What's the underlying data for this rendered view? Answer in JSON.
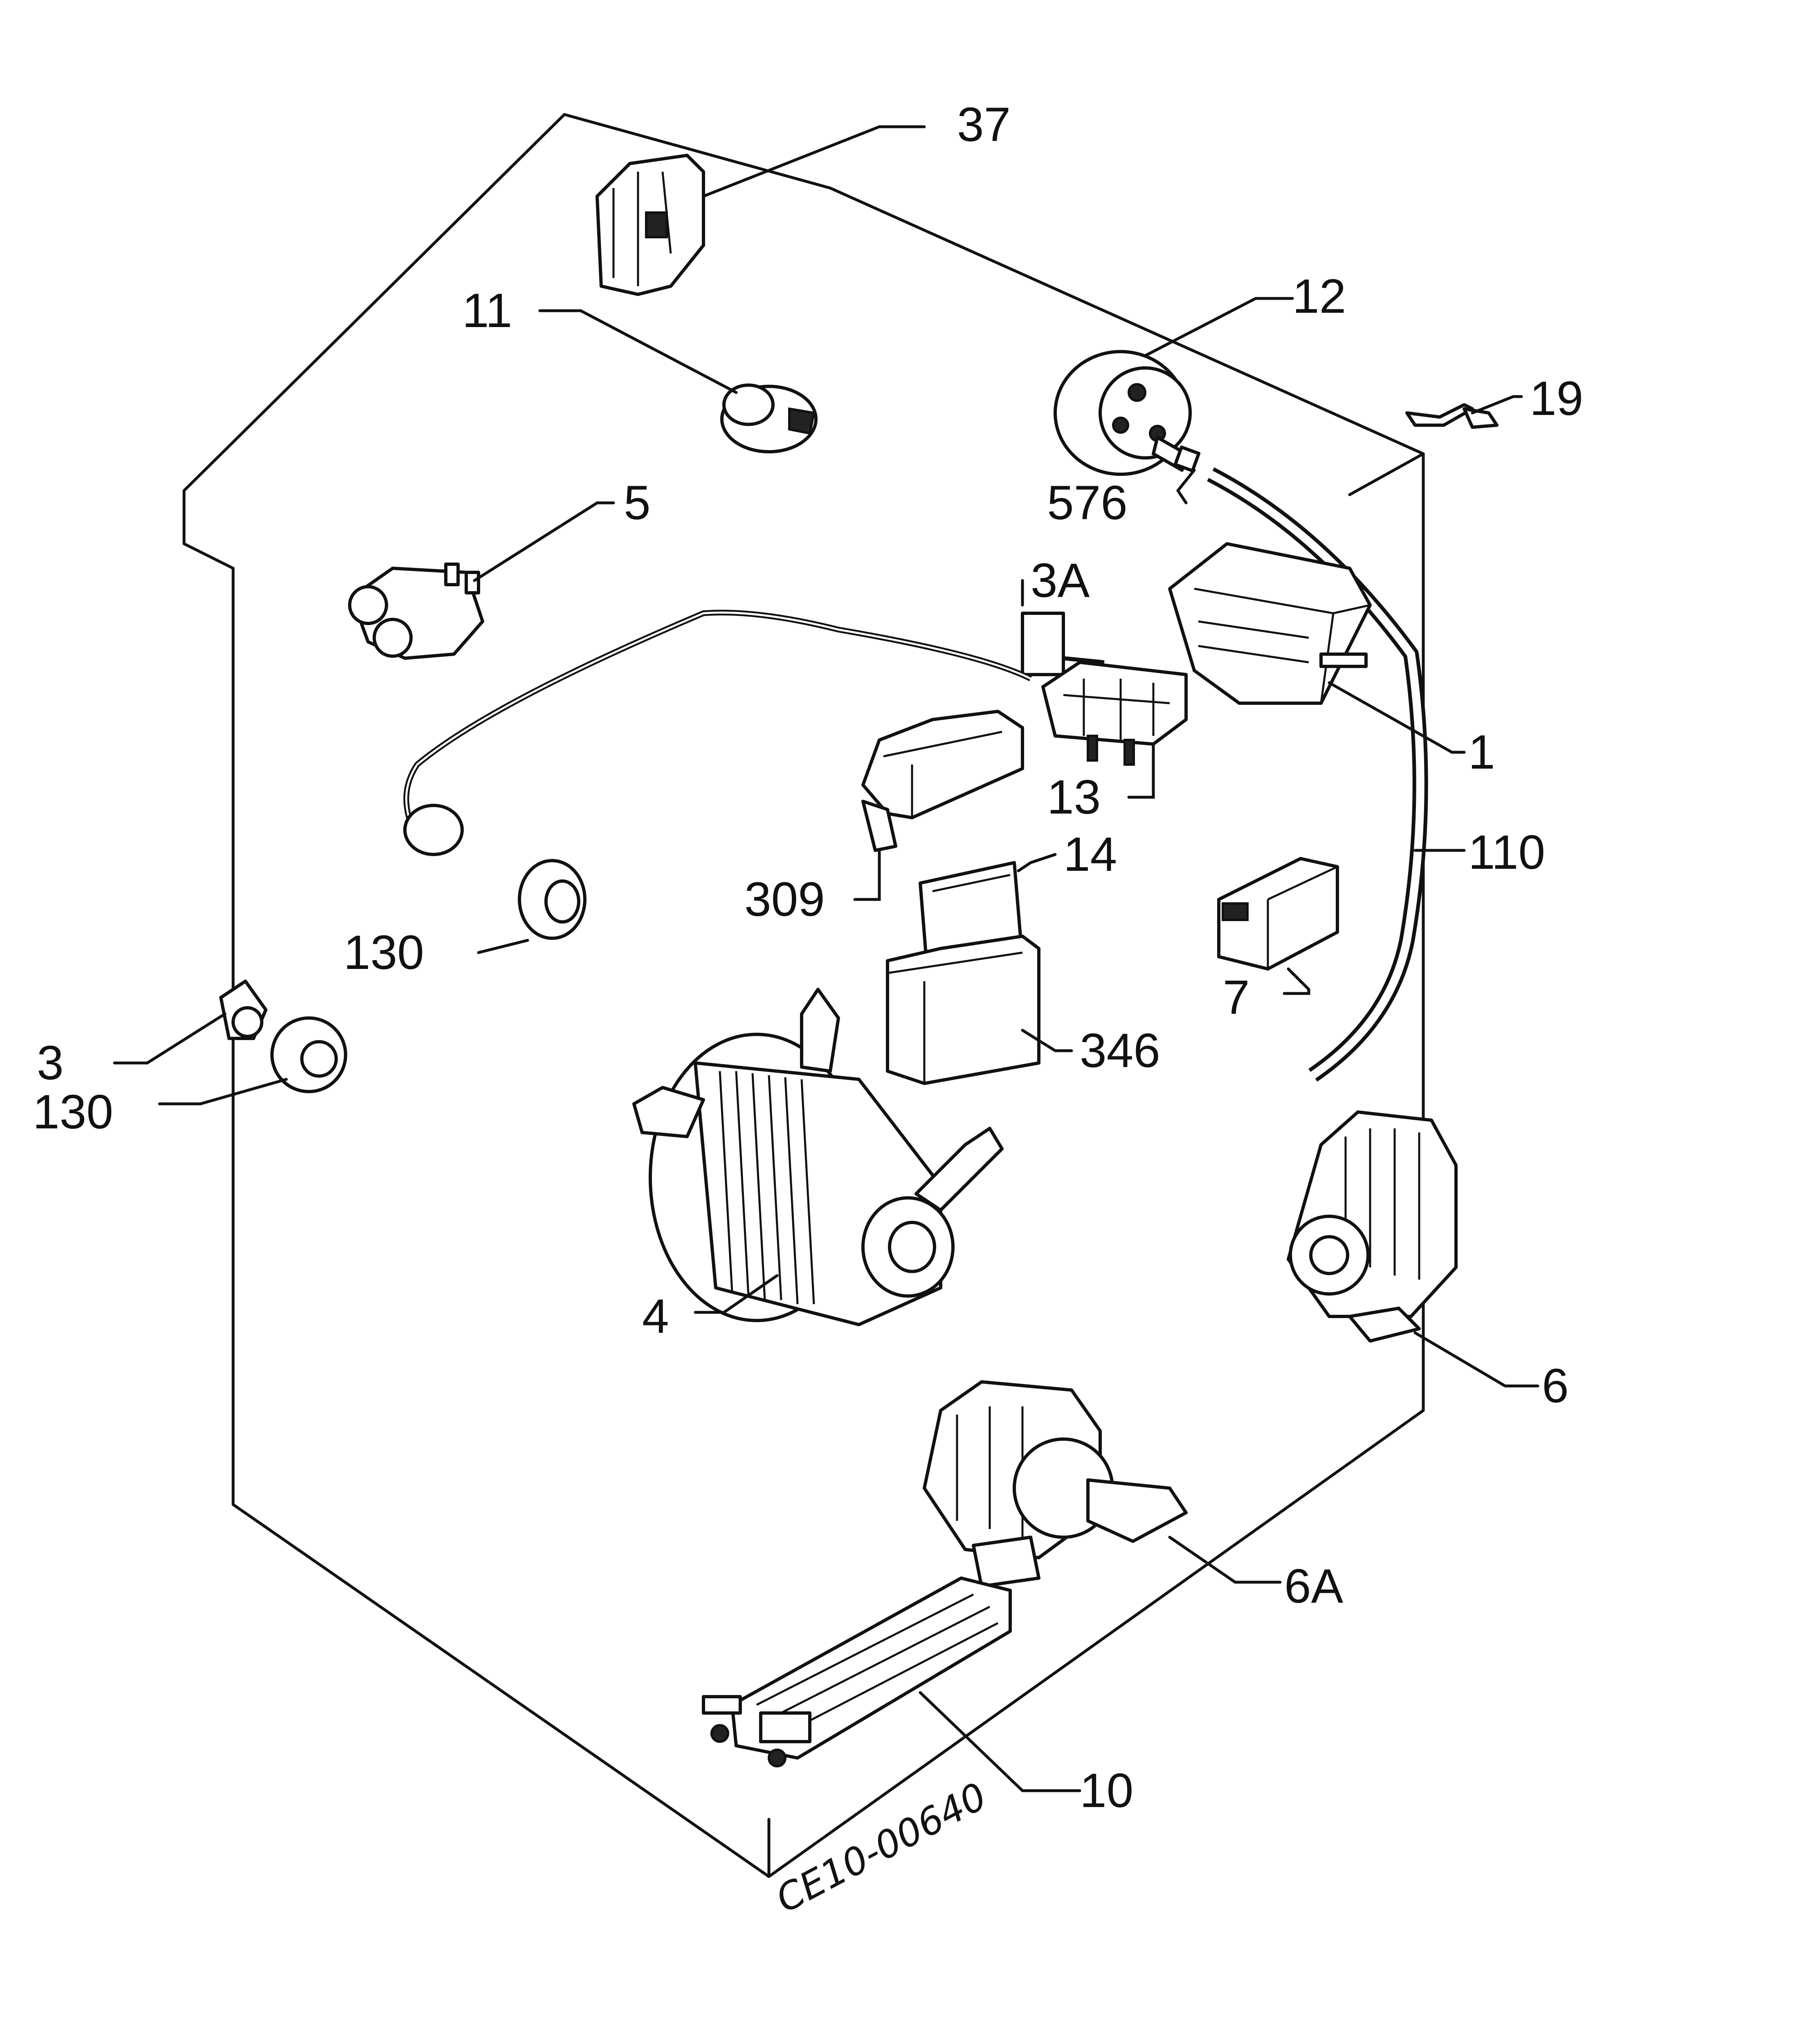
{
  "diagram": {
    "drawing_code": "CE10-00640",
    "callouts": [
      {
        "id": "37",
        "label": "37"
      },
      {
        "id": "11",
        "label": "11"
      },
      {
        "id": "12",
        "label": "12"
      },
      {
        "id": "19",
        "label": "19"
      },
      {
        "id": "576",
        "label": "576"
      },
      {
        "id": "5",
        "label": "5"
      },
      {
        "id": "3A",
        "label": "3A"
      },
      {
        "id": "1",
        "label": "1"
      },
      {
        "id": "13",
        "label": "13"
      },
      {
        "id": "14",
        "label": "14"
      },
      {
        "id": "110",
        "label": "110"
      },
      {
        "id": "309",
        "label": "309"
      },
      {
        "id": "130a",
        "label": "130"
      },
      {
        "id": "7",
        "label": "7"
      },
      {
        "id": "3",
        "label": "3"
      },
      {
        "id": "130b",
        "label": "130"
      },
      {
        "id": "346",
        "label": "346"
      },
      {
        "id": "4",
        "label": "4"
      },
      {
        "id": "6",
        "label": "6"
      },
      {
        "id": "6A",
        "label": "6A"
      },
      {
        "id": "10",
        "label": "10"
      }
    ]
  }
}
